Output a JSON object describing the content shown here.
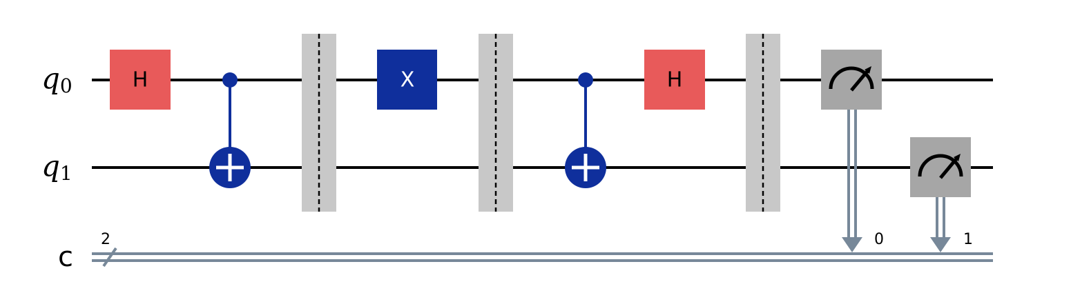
{
  "colors": {
    "wire": "#000000",
    "classical_wire": "#778899",
    "h_gate": "#E85A5A",
    "x_gate": "#0F2F9C",
    "control": "#0F2F9C",
    "barrier": "#C8C8C8",
    "measure": "#A6A6A6",
    "gate_text_light": "#ffffff",
    "gate_text_dark": "#000000"
  },
  "wires": {
    "q0": {
      "name": "q",
      "index": "0"
    },
    "q1": {
      "name": "q",
      "index": "1"
    },
    "c": {
      "name": "c",
      "width_label": "2"
    }
  },
  "gates": {
    "h_first": {
      "label": "H",
      "qubit": 0
    },
    "x": {
      "label": "X",
      "qubit": 0
    },
    "h_second": {
      "label": "H",
      "qubit": 0
    }
  },
  "cnots": [
    {
      "control": 0,
      "target": 1
    },
    {
      "control": 0,
      "target": 1
    }
  ],
  "barriers": 3,
  "measurements": [
    {
      "qubit": 0,
      "clbit_label": "0",
      "icon": "meter-icon"
    },
    {
      "qubit": 1,
      "clbit_label": "1",
      "icon": "meter-icon"
    }
  ]
}
